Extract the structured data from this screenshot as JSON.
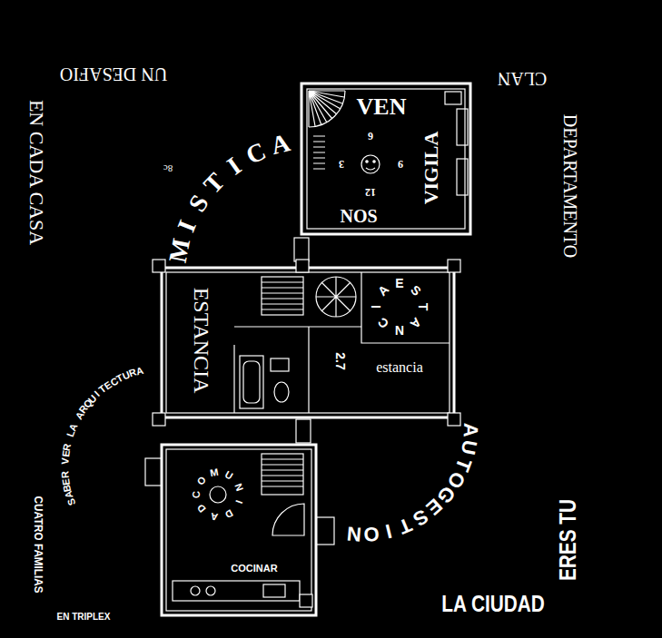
{
  "diagram": {
    "nodes": [
      {
        "text": [
          "VEN",
          "VIGILA",
          "NOS"
        ]
      },
      {
        "text": [
          "ESTANCIA"
        ]
      },
      {
        "text": [
          "ESTANCIA",
          "estancia"
        ]
      },
      {
        "text": [
          "COMUNIDAD",
          "COCINAR"
        ]
      }
    ],
    "labels": [
      "UN DESAFIO",
      "EN CADA CASA",
      "CLAN",
      "DEPARTAMENTO",
      "MISTICA",
      "8c",
      "12",
      "3",
      "6",
      "9",
      "2.7",
      "AUTOGESTION",
      "SABER VER LA ARQUITECTURA",
      "CUATRO FAMILIAS",
      "EN TRIPLEX",
      "ERES TU",
      "LA CIUDAD"
    ]
  }
}
